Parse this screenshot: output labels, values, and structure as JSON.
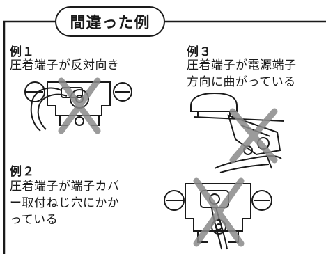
{
  "header": {
    "title": "間違った例"
  },
  "examples": [
    {
      "title": "例１",
      "description_lines": [
        "圧着端子が反対向き"
      ]
    },
    {
      "title": "例２",
      "description_lines": [
        "圧着端子が端子カバ",
        "ー取付ねじ穴にかか",
        "っている"
      ]
    },
    {
      "title": "例３",
      "description_lines": [
        "圧着端子が電源端子",
        "方向に曲がっている"
      ]
    }
  ],
  "colors": {
    "line": "#1a1a1a",
    "cross": "#8a8a8a"
  }
}
